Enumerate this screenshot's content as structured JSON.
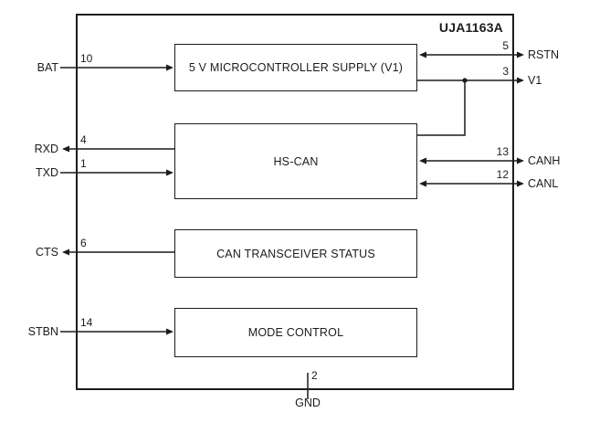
{
  "diagram": {
    "title": "UJA1163A",
    "blocks": {
      "supply": {
        "label": "5 V MICROCONTROLLER SUPPLY (V1)"
      },
      "hscan": {
        "label": "HS-CAN"
      },
      "status": {
        "label": "CAN TRANSCEIVER STATUS"
      },
      "mode": {
        "label": "MODE CONTROL"
      }
    },
    "pins": {
      "bat": {
        "label": "BAT",
        "number": "10"
      },
      "rxd": {
        "label": "RXD",
        "number": "4"
      },
      "txd": {
        "label": "TXD",
        "number": "1"
      },
      "cts": {
        "label": "CTS",
        "number": "6"
      },
      "stbn": {
        "label": "STBN",
        "number": "14"
      },
      "rstn": {
        "label": "RSTN",
        "number": "5"
      },
      "v1": {
        "label": "V1",
        "number": "3"
      },
      "canh": {
        "label": "CANH",
        "number": "13"
      },
      "canl": {
        "label": "CANL",
        "number": "12"
      },
      "gnd": {
        "label": "GND",
        "number": "2"
      }
    },
    "colors": {
      "line": "#1c1c1c",
      "background": "#ffffff"
    }
  }
}
